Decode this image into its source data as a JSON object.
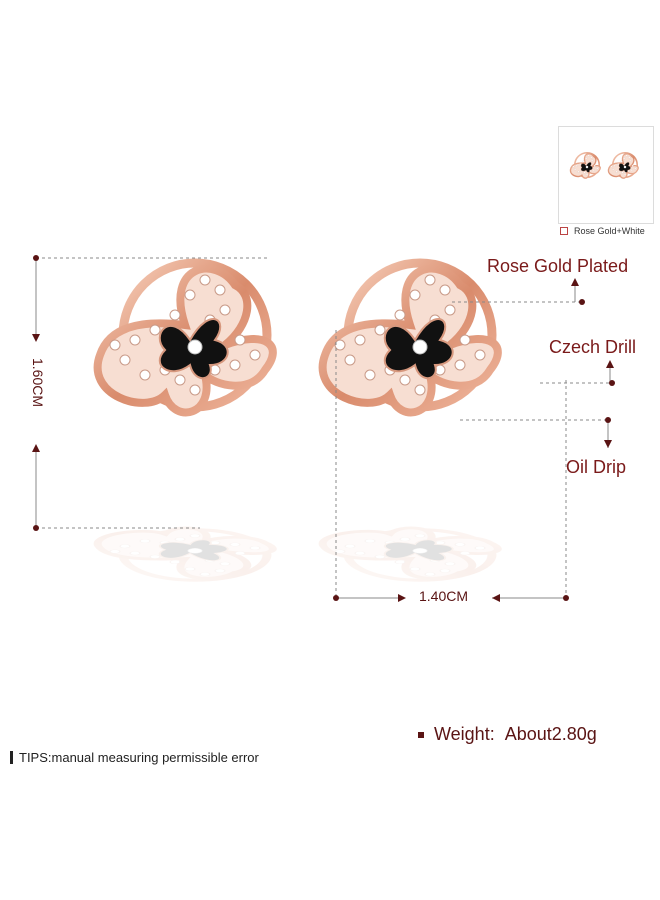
{
  "labels": {
    "rose_gold_plated": "Rose Gold Plated",
    "czech_drill": "Czech Drill",
    "oil_drip": "Oil Drip"
  },
  "dimensions": {
    "height": "1.60CM",
    "width": "1.40CM"
  },
  "variant": {
    "name": "Rose Gold+White"
  },
  "weight": {
    "label": "Weight:",
    "value": "About2.80g"
  },
  "tips": "TIPS:manual measuring permissible error",
  "colors": {
    "rose_gold": "#e3a48a",
    "annotation": "#7a1a1a",
    "enamel": "#111111"
  }
}
